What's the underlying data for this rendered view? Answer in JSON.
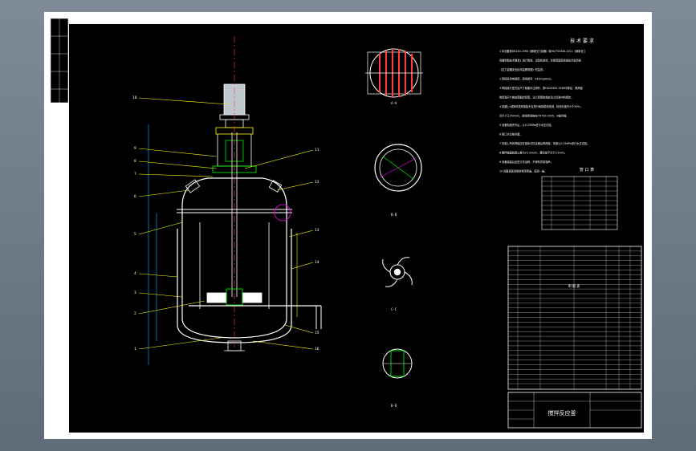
{
  "drawing": {
    "title_block_name": "搅拌反应釜",
    "tech_requirements_title": "技 术 要 求",
    "tech_requirements_lines": [
      "1 本设备按GB150-1998《钢制压力容器》和HG/T20584-2011《钢制化工",
      "容器制造技术要求》进行制造、试验和验收，并接受国家质量技术监督局",
      "《压力容器安全技术监察规程》的监督。",
      "2 焊接采用电弧焊，焊条牌号：E4303(J422)。",
      "3 焊接接头型式及尺寸除图中注明外，按HG20583-1998中规定，角焊缝",
      "的焊角尺寸按较薄板的厚度，法兰焊接按相应法兰标准中的规定。",
      "4 容器上A类和B类焊接接头应进行局部射线检测，检测长度不小于20%，",
      "且不小于250mm，射线检测按JB/T4730-2005，III级合格。",
      "5 设备制造完毕后，以0.33MPa进行水压试验。",
      "6 管口方位按本图。",
      "7 夹套上所有焊缝应在釜体试压合格后再焊接，夹套以0.33MPa进行水压试验。",
      "8 搅拌轴直线度公差为0.1mm/m，摆动量不大于0.5mm。",
      "9 设备组装后应进行试运转，不得有异常噪声。",
      "10 设备表面涂刷防锈漆两遍，面漆一遍。"
    ],
    "nozzle_table_title": "管 口 表",
    "bom_title": "明 细 表",
    "callouts_left": [
      "10",
      "9",
      "8",
      "7",
      "6",
      "5",
      "4",
      "3",
      "2",
      "1"
    ],
    "callouts_right": [
      "11",
      "12",
      "13",
      "14",
      "15",
      "16"
    ],
    "section_labels": [
      "A-A",
      "B-B",
      "C-C",
      "D-D"
    ]
  }
}
